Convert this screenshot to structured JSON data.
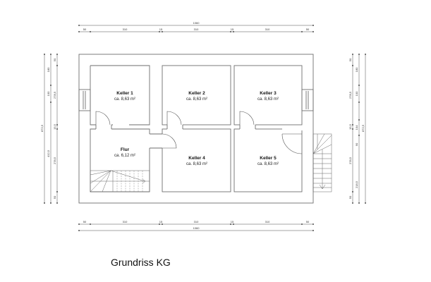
{
  "title": "Grundriss KG",
  "rooms": [
    {
      "id": "keller-1",
      "name": "Keller 1",
      "area": "ca. 8,63 m²"
    },
    {
      "id": "keller-2",
      "name": "Keller 2",
      "area": "ca. 8,63 m²"
    },
    {
      "id": "keller-3",
      "name": "Keller 3",
      "area": "ca. 8,63 m²"
    },
    {
      "id": "flur",
      "name": "Flur",
      "area": "ca. 6,12 m²"
    },
    {
      "id": "keller-4",
      "name": "Keller 4",
      "area": "ca. 8,63 m²"
    },
    {
      "id": "keller-5",
      "name": "Keller 5",
      "area": "ca. 8,63 m²"
    }
  ],
  "dimensions": {
    "top_total": "1060",
    "top_segments": [
      "50",
      "310",
      "15",
      "310",
      "15",
      "310",
      "50"
    ],
    "bottom_segments": [
      "50",
      "310",
      "15",
      "310",
      "15",
      "310",
      "50"
    ],
    "bottom_total": "1060",
    "left_total": "872,5",
    "left_middle": [
      "180",
      "100",
      "412,5"
    ],
    "left_inner": [
      "50",
      "278,5",
      "15,5",
      "278,5",
      "50"
    ],
    "right_inner": [
      "50",
      "278,5",
      "15,5",
      "278,5",
      "50"
    ],
    "right_middle": [
      "180",
      "100",
      "104",
      "90",
      "218,5"
    ],
    "right_total": "872,5"
  }
}
